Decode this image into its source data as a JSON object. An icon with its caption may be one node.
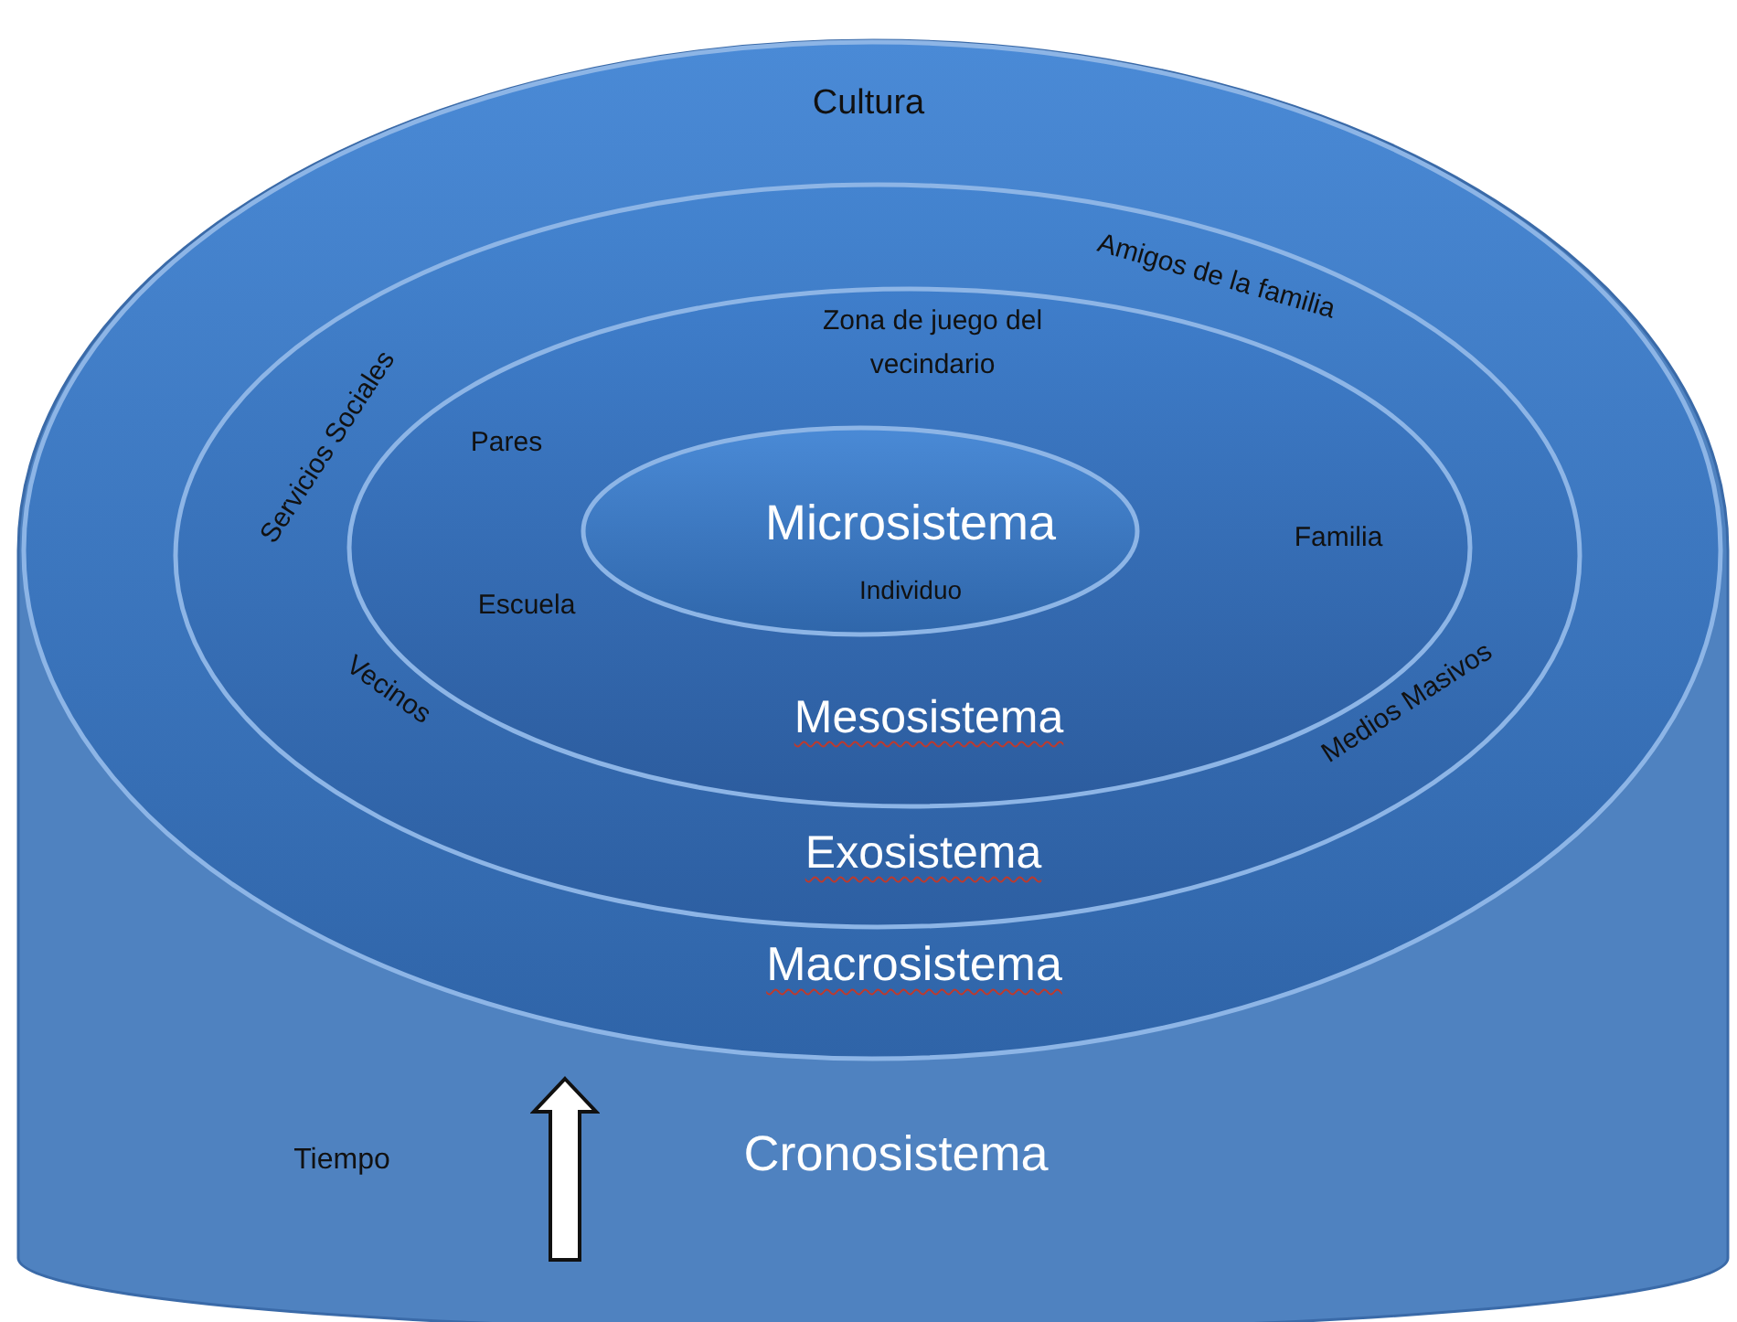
{
  "diagram": {
    "nodes": [
      {
        "text": [
          "Cronosistema"
        ]
      },
      {
        "text": [
          "Cultura",
          "Macrosistema"
        ],
        "in": 0
      },
      {
        "text": [
          "Amigos de la familia",
          "Servicios Sociales",
          "Vecinos",
          "Medios Masivos",
          "Exosistema"
        ],
        "in": 1
      },
      {
        "text": [
          "Zona de juego del vecindario",
          "Pares",
          "Familia",
          "Escuela",
          "Mesosistema"
        ],
        "in": 2
      },
      {
        "text": [
          "Microsistema",
          "Individuo"
        ],
        "in": 3
      }
    ],
    "labels": [
      "Tiempo"
    ]
  }
}
